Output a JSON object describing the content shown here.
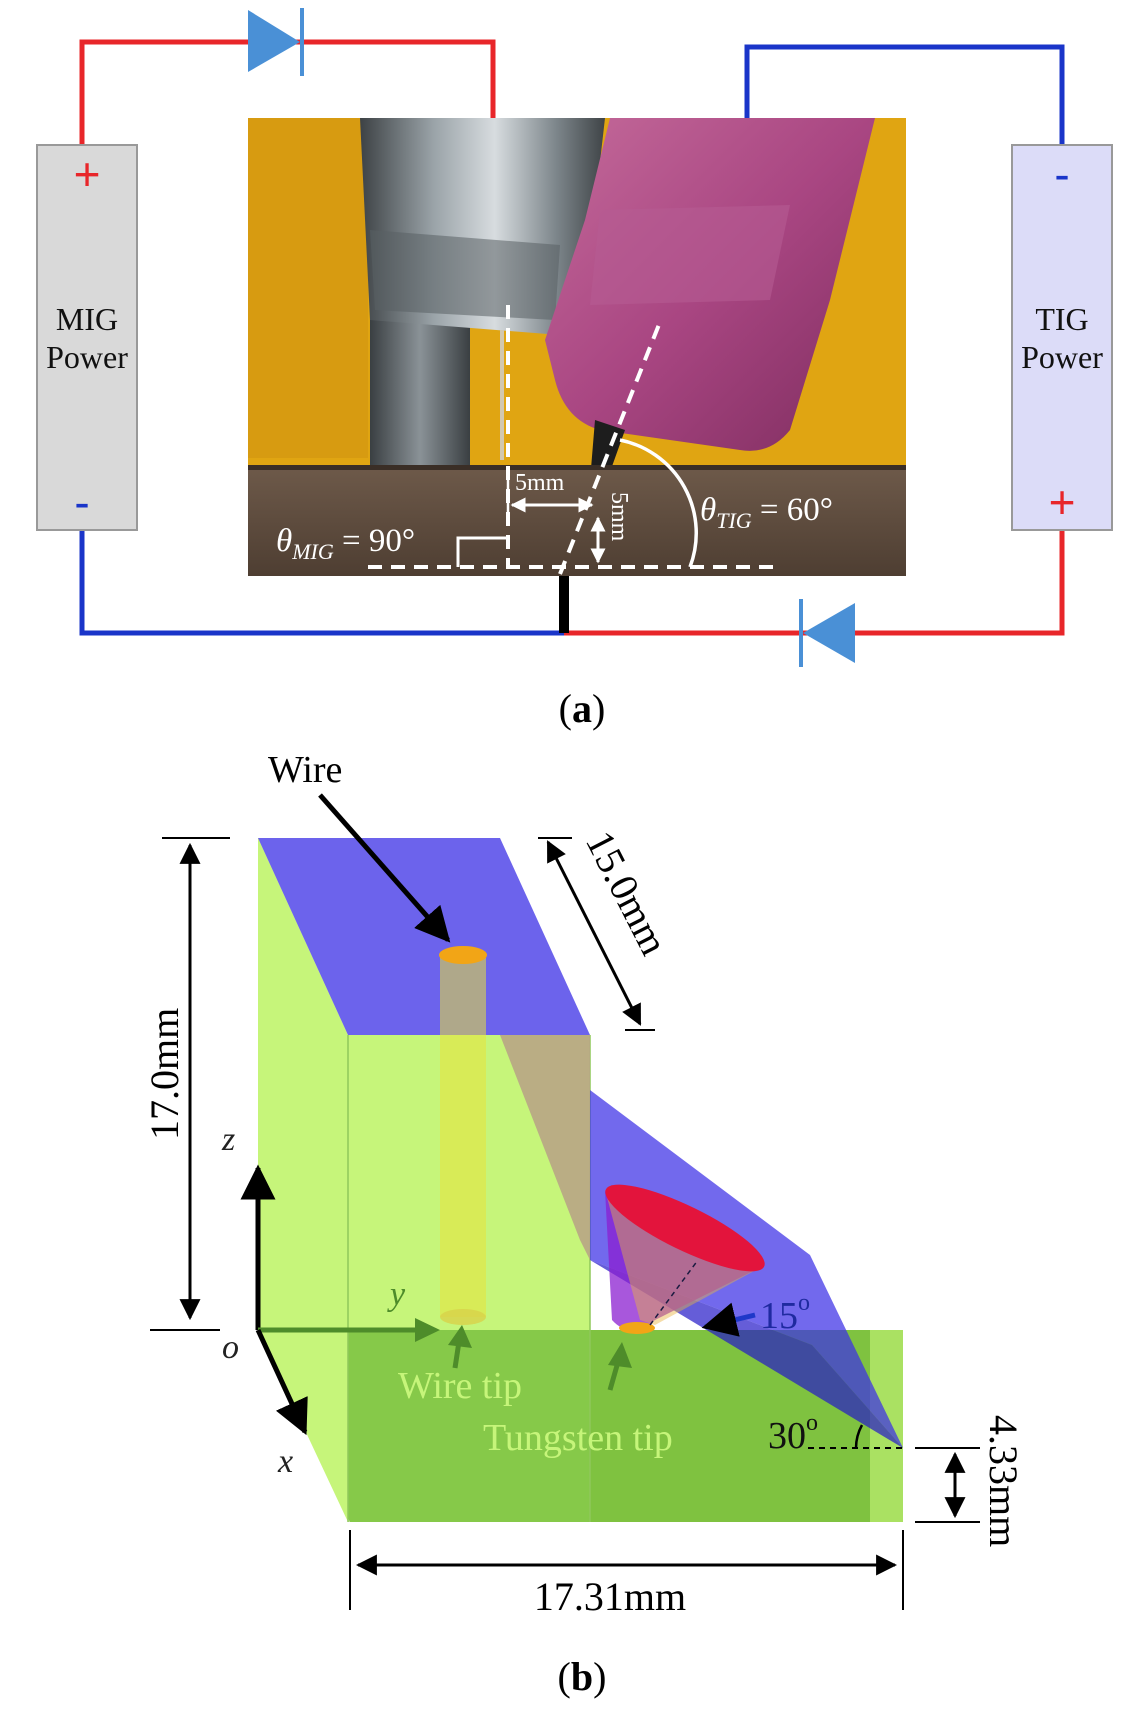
{
  "panel_a": {
    "caption": "a",
    "mig_power": {
      "line1": "MIG",
      "line2": "Power",
      "plus": "+",
      "minus": "-"
    },
    "tig_power": {
      "line1": "TIG",
      "line2": "Power",
      "plus": "+",
      "minus": "-"
    },
    "dim_horizontal": "5mm",
    "dim_vertical": "5mm",
    "theta_mig": {
      "symbol": "θ",
      "sub": "MIG",
      "value": " = 90°"
    },
    "theta_tig": {
      "symbol": "θ",
      "sub": "TIG",
      "value": " = 60°"
    }
  },
  "panel_b": {
    "caption": "b",
    "wire_label": "Wire",
    "dim_top_depth": "15.0mm",
    "dim_height": "17.0mm",
    "dim_width": "17.31mm",
    "dim_bottom_height": "4.33mm",
    "angle_cone": "15",
    "angle_slope": "30",
    "degree_mark": "o",
    "axis_z": "z",
    "axis_y": "y",
    "axis_x": "x",
    "origin": "o",
    "wire_tip_label": "Wire tip",
    "tungsten_tip_label": "Tungsten tip"
  },
  "colors": {
    "positive_wire": "#e8262a",
    "negative_wire": "#1a35c9",
    "diode": "#4a90d6",
    "mig_box": "#d9d9d9",
    "tig_box": "#dcdcf8",
    "photo_background": "#e0a512",
    "block_green": "#c6f57a",
    "base_green": "#7fc240",
    "blue_face": "#3b2fe6",
    "tungsten_red": "#e3143c",
    "wire_orange": "#f2a516",
    "annotation_green": "#4e8c2a"
  }
}
